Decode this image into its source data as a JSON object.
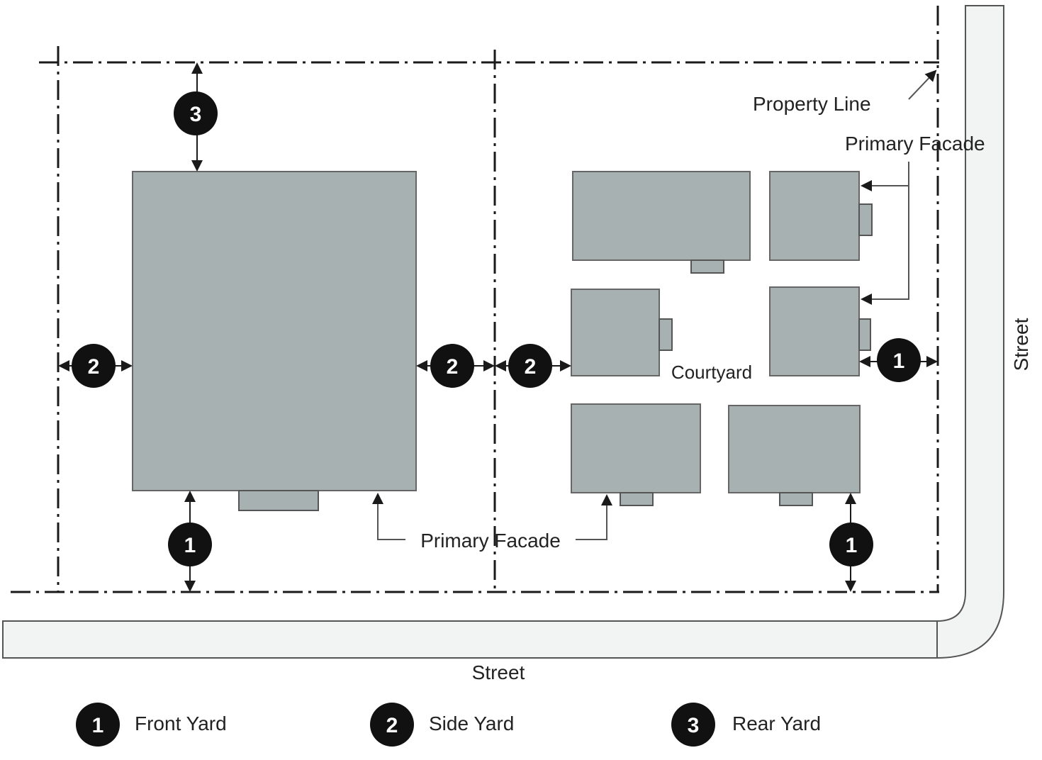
{
  "labels": {
    "property_line": "Property Line",
    "primary_facade_top": "Primary Facade",
    "primary_facade_bottom": "Primary Facade",
    "courtyard": "Courtyard",
    "street_bottom": "Street",
    "street_right": "Street"
  },
  "badges": {
    "front": "1",
    "side": "2",
    "rear": "3"
  },
  "legend": [
    {
      "num": "1",
      "label": "Front Yard"
    },
    {
      "num": "2",
      "label": "Side Yard"
    },
    {
      "num": "3",
      "label": "Rear Yard"
    }
  ],
  "colors": {
    "building_fill": "#a7b1b1",
    "badge_fill": "#111111",
    "street_fill": "#f2f4f4"
  }
}
